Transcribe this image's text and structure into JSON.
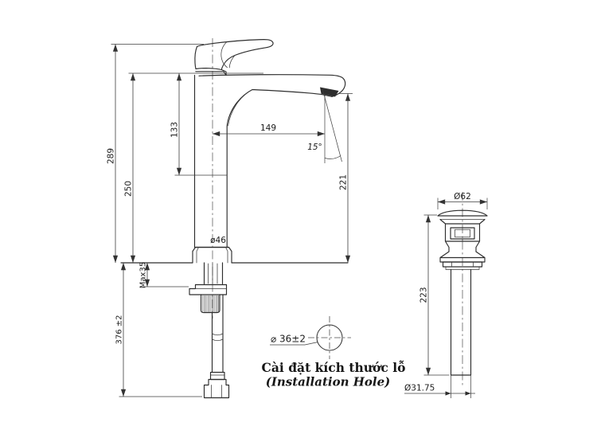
{
  "faucet_view": {
    "dims": {
      "total_height": "289",
      "body_height": "250",
      "handle_to_spout": "133",
      "spout_reach": "149",
      "spout_angle": "15°",
      "spout_outlet_height": "221",
      "base_diameter": "ø46",
      "max_deck_thickness": "Max35",
      "hose_length": "376 ±2"
    }
  },
  "drain_view": {
    "dims": {
      "cap_diameter": "Ø62",
      "pipe_length": "223",
      "pipe_diameter": "Ø31.75"
    }
  },
  "hole_detail": {
    "diameter_label": "⌀ 36±2",
    "caption_vi": "Cài đặt kích thước lỗ",
    "caption_en": "(Installation Hole)"
  },
  "colors": {
    "background": "#ffffff",
    "line": "#2d2d2d",
    "dimension_line": "#3c3c3c"
  }
}
